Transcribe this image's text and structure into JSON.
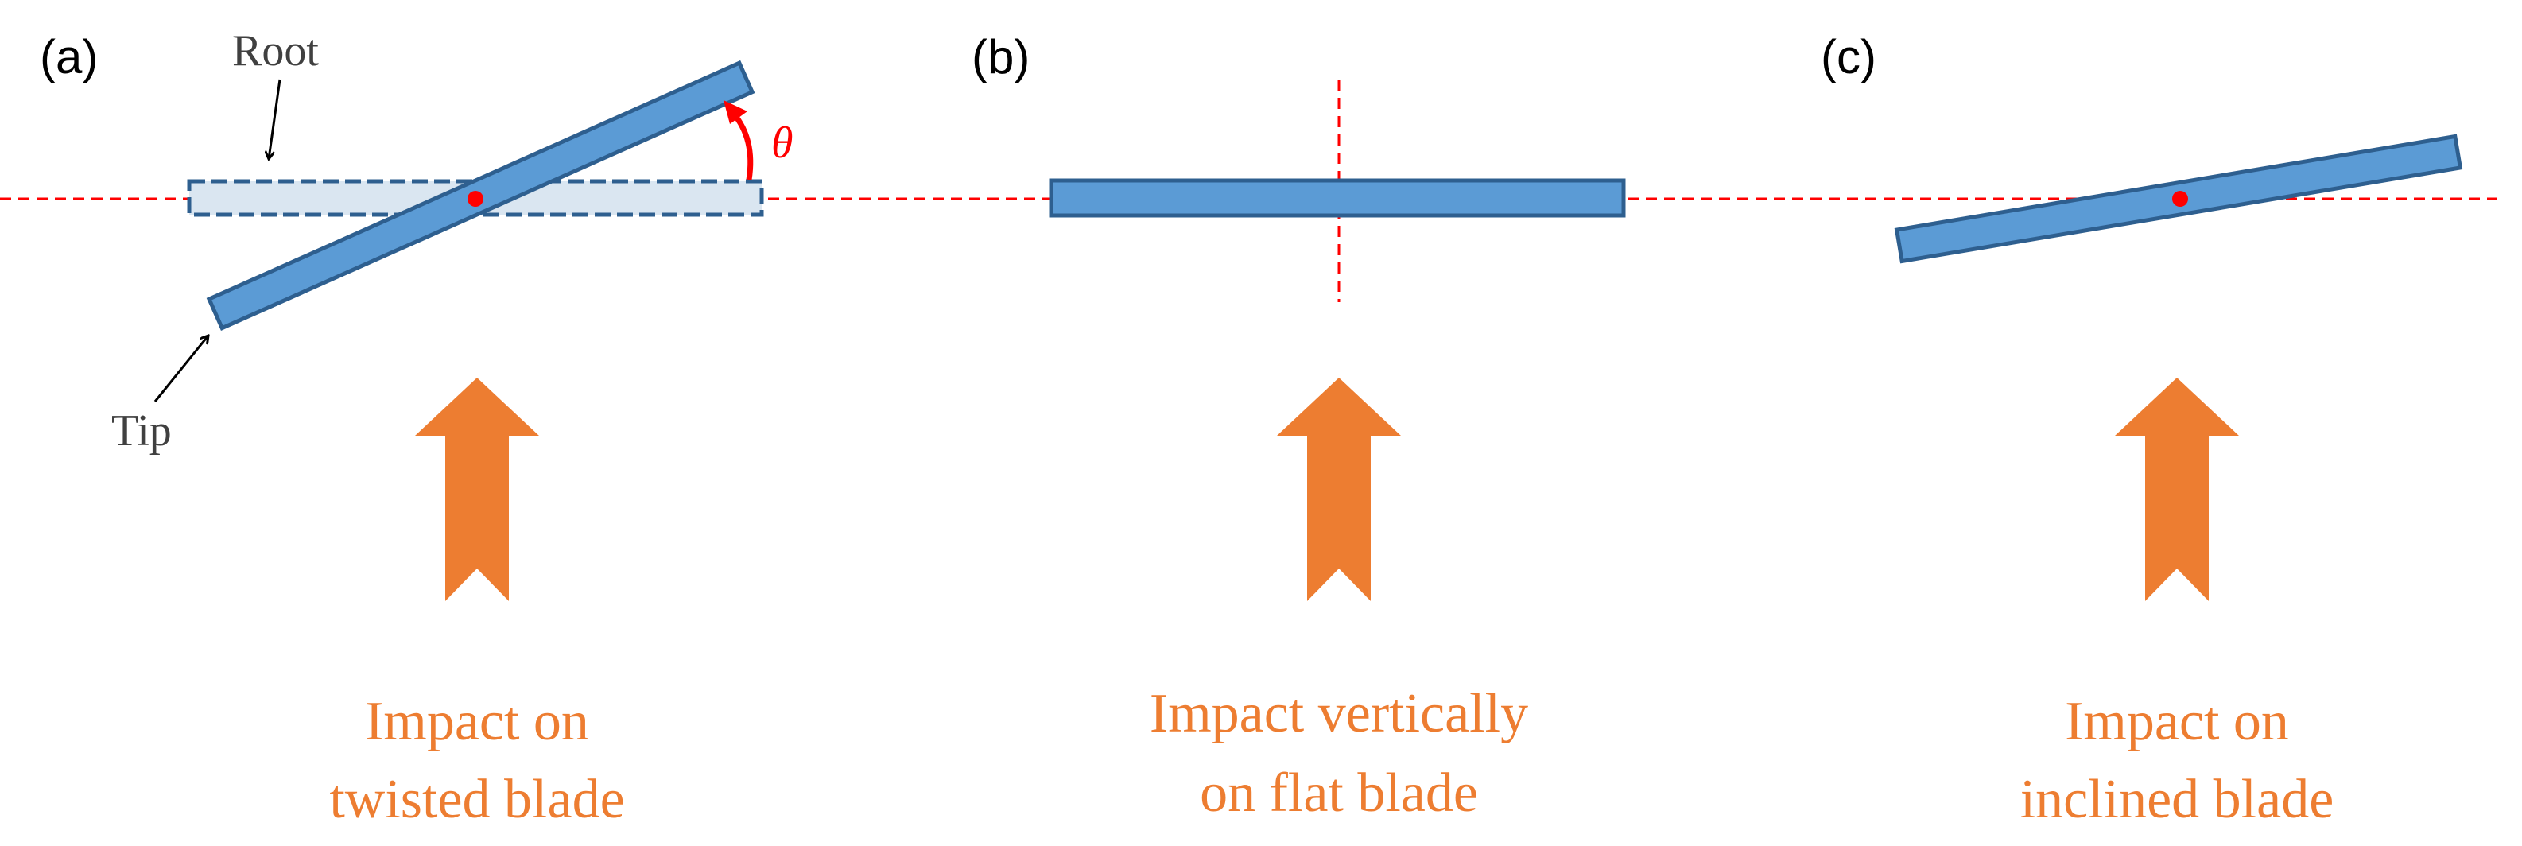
{
  "colors": {
    "blade_fill": "#5b9bd5",
    "blade_stroke": "#2e5f8f",
    "reference_line": "#ff0000",
    "impact_arrow": "#ed7d31",
    "caption_text": "#ed7d31",
    "angle_text": "#ff0000",
    "ghost_fill": "#dae6f1",
    "ghost_stroke": "#2e5f8f"
  },
  "panels": [
    {
      "label": "(a)",
      "caption_line1": "Impact on",
      "caption_line2": "twisted blade",
      "root_label": "Root",
      "tip_label": "Tip",
      "angle_label": "θ",
      "arrow_icon": "impact-arrow-up-icon"
    },
    {
      "label": "(b)",
      "caption_line1": "Impact vertically",
      "caption_line2": "on flat blade",
      "arrow_icon": "impact-arrow-up-icon"
    },
    {
      "label": "(c)",
      "caption_line1": "Impact on",
      "caption_line2": "inclined blade",
      "arrow_icon": "impact-arrow-up-icon"
    }
  ]
}
